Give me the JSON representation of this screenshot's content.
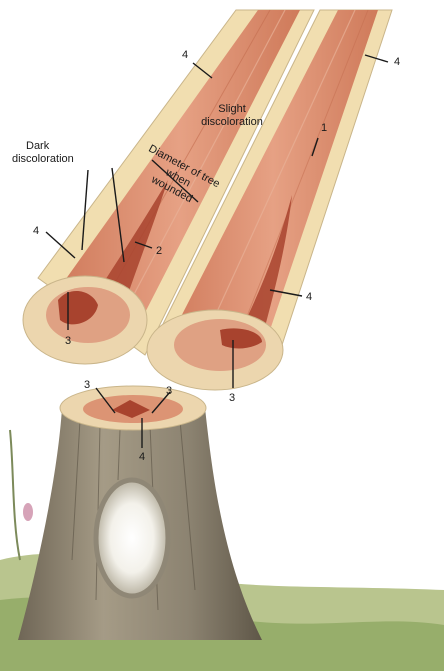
{
  "labels": {
    "slight_discoloration": [
      "Slight",
      "discoloration"
    ],
    "dark_discoloration": [
      "Dark",
      "discoloration"
    ],
    "diameter_when_wounded": [
      "Diameter of tree",
      "when",
      "wounded"
    ]
  },
  "numbers": {
    "n4_top": "4",
    "n4_right_top": "4",
    "n1": "1",
    "n4_left": "4",
    "n2": "2",
    "n3_left": "3",
    "n4_right_mid": "4",
    "n3_right": "3",
    "n3_stump_left": "3",
    "n3_stump_right": "3",
    "n4_stump": "4"
  },
  "colors": {
    "bark_band": "#f1deb0",
    "heartwood": "#d98b6b",
    "dark_stain": "#a8432e",
    "end_ring": "#ecd6ae",
    "stump_bark": "#8a8170",
    "grass": "#9fb56a"
  }
}
